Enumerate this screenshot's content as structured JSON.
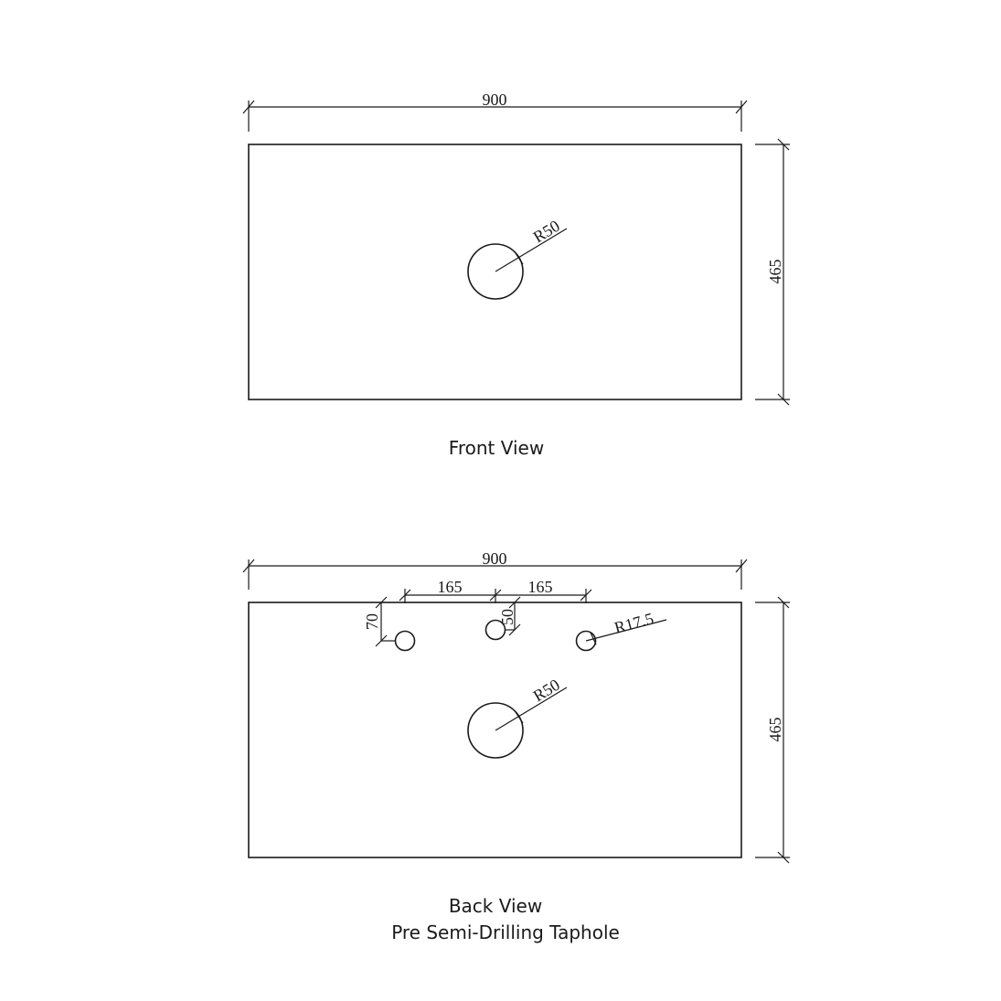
{
  "front_view": {
    "width_dim": "900",
    "height_dim": "465",
    "hole_radius_dim": "R50",
    "caption": "Front View"
  },
  "back_view": {
    "width_dim": "900",
    "height_dim": "465",
    "left_spacing_dim": "165",
    "right_spacing_dim": "165",
    "edge_offset_dim": "70",
    "center_offset_dim": "50",
    "taphole_radius_dim": "R17.5",
    "hole_radius_dim": "R50",
    "caption_line1": "Back View",
    "caption_line2": "Pre Semi-Drilling Taphole"
  },
  "colors": {
    "line": "#1a1a1a",
    "background": "#ffffff"
  }
}
